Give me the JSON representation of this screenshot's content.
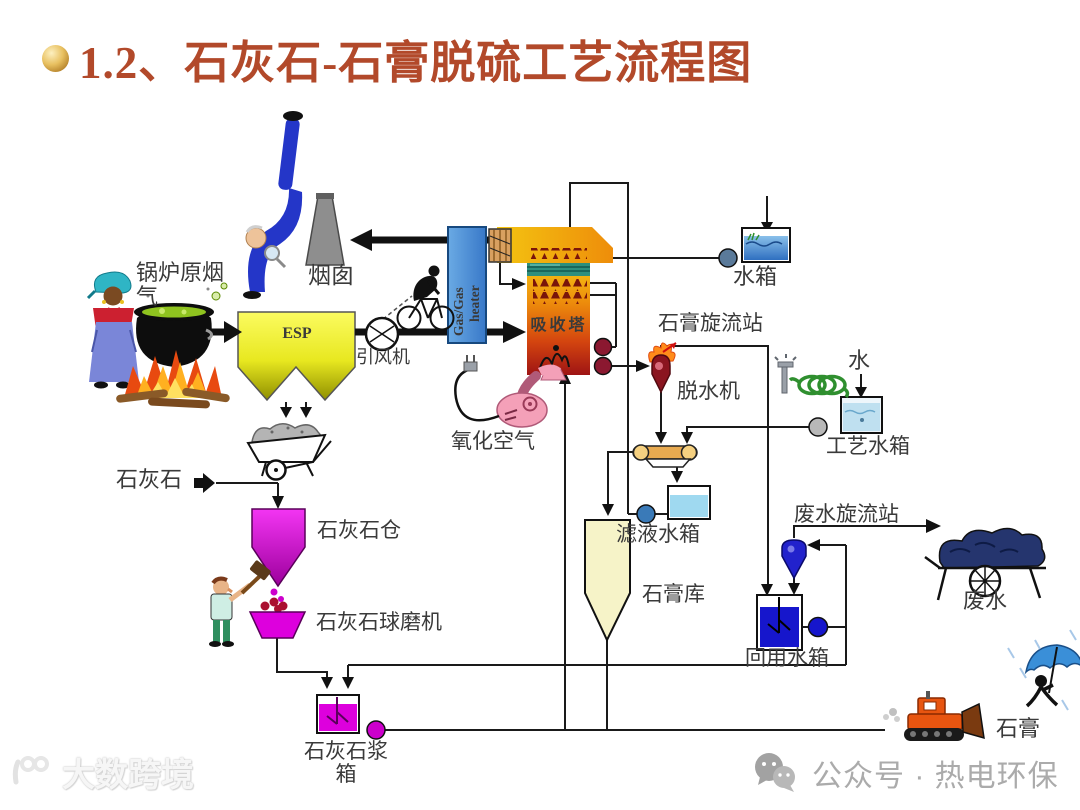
{
  "title": {
    "text": "1.2、石灰石-石膏脱硫工艺流程图"
  },
  "labels": {
    "boiler_flue_gas_line1": "锅炉原烟",
    "boiler_flue_gas_line2": "气",
    "chimney": "烟囱",
    "esp": "ESP",
    "induced_draft_fan": "引风机",
    "ggh_line1": "Gas/Gas",
    "ggh_line2": "heater",
    "absorber": "吸收塔",
    "oxidation_air": "氧化空气",
    "water_tank": "水箱",
    "gypsum_cyclone_station": "石膏旋流站",
    "dewatering_machine": "脱水机",
    "water": "水",
    "process_water_tank": "工艺水箱",
    "filtrate_water_tank": "滤液水箱",
    "gypsum_silo": "石膏库",
    "wastewater_cyclone_station": "废水旋流站",
    "wastewater": "废水",
    "reuse_water_tank": "回用水箱",
    "limestone": "石灰石",
    "limestone_silo": "石灰石仓",
    "limestone_ball_mill": "石灰石球磨机",
    "limestone_slurry_tank_line1": "石灰石浆",
    "limestone_slurry_tank_line2": "箱",
    "gypsum_product": "石膏"
  },
  "watermarks": {
    "bottom_left": "大数跨境",
    "bottom_right": "公众号 · 热电环保"
  },
  "colors": {
    "title": "#b2492a",
    "esp_yellow": "#f0f03a",
    "ggh_blue": "#4a8fd4",
    "absorber_top": "#f4c411",
    "absorber_bottom": "#9e1414",
    "magenta": "#dd00dd",
    "dark_blue": "#1616cc",
    "pump_maroon": "#8b1830",
    "water_light": "#9fd9f0",
    "gypsum_cream": "#f6f3c8",
    "line": "#1a1a1a",
    "watermark_gray": "#ababab"
  }
}
